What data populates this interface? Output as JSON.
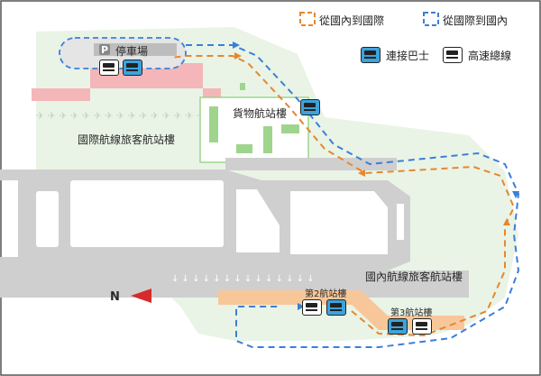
{
  "legend": {
    "domestic_to_international": "從國內到國際",
    "international_to_domestic": "從國際到國內",
    "shuttle_bus": "連接巴士",
    "highway_bus": "高速總線"
  },
  "labels": {
    "parking": "停車場",
    "parking_letter": "P",
    "cargo_terminal": "貨物航站樓",
    "international_terminal": "國際航線旅客航站樓",
    "domestic_terminal": "國內航線旅客航站樓",
    "terminal_2": "第2航站樓",
    "terminal_3": "第3航站樓",
    "north": "N"
  },
  "colors": {
    "domestic_route": "#e8862e",
    "international_route": "#3a7fd9",
    "shuttle_bus": "#3ba4dd",
    "runway": "#cfcfcf",
    "green_area": "#e6f3e3",
    "terminal_pink": "#f4b6b8",
    "domestic_terminal_orange": "#f7c79a",
    "north_arrow": "#d62b2b"
  },
  "icons": [
    "shuttle-bus-icon",
    "highway-bus-icon",
    "parking-icon",
    "north-arrow-icon",
    "airplane-icon"
  ]
}
